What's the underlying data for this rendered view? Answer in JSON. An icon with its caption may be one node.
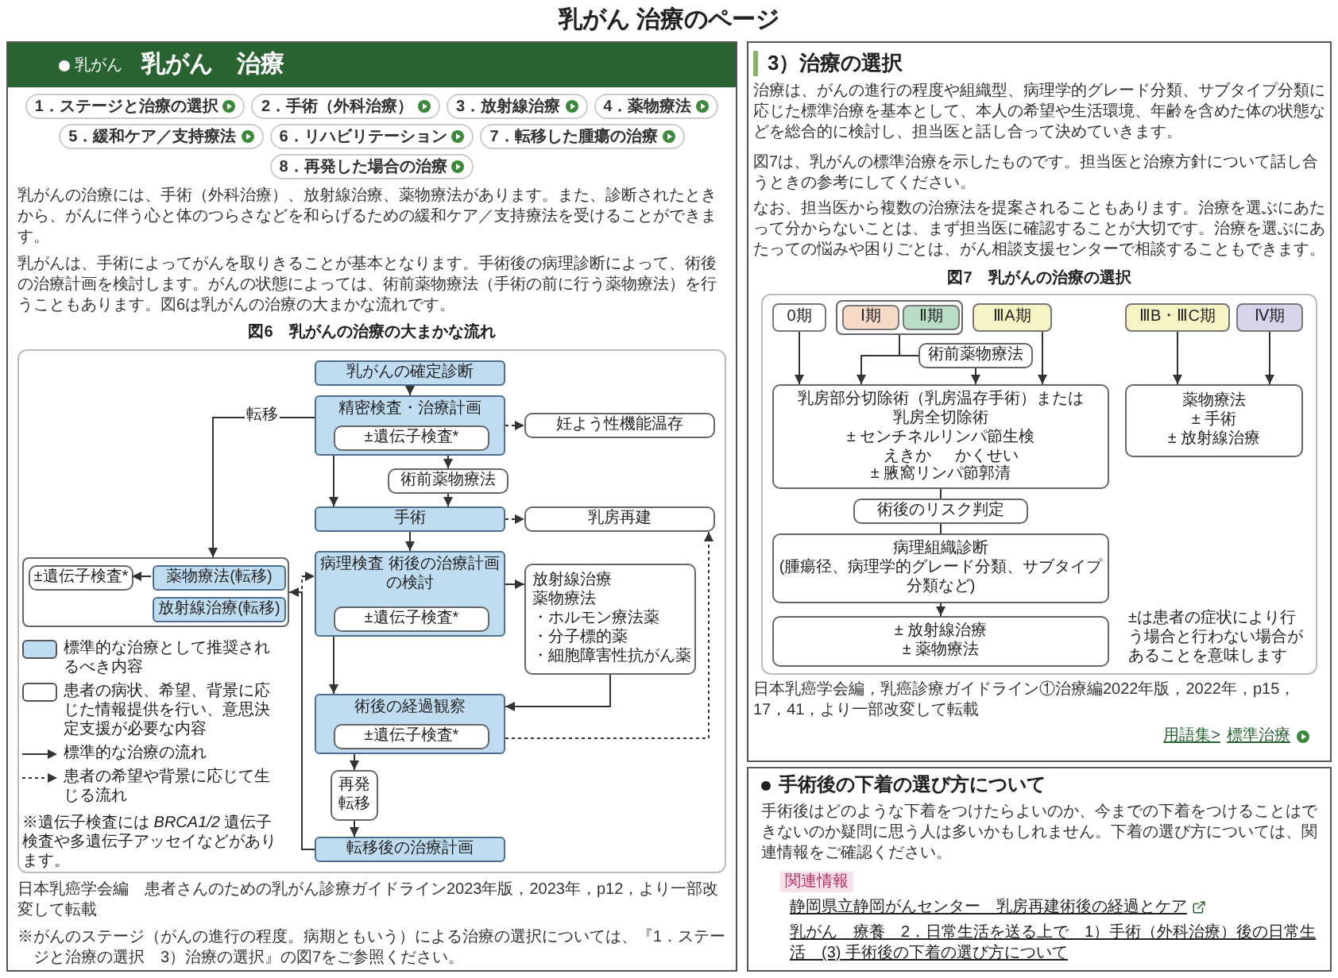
{
  "diagram": {
    "title": "乳がん 治療のページ",
    "nodes": [
      {
        "text": [
          "乳がんの確定診断"
        ]
      },
      {
        "text": [
          "精密検査・治療計画"
        ]
      },
      {
        "text": [
          "±遺伝子検査*"
        ],
        "in": 1
      },
      {
        "text": [
          "妊よう性機能温存"
        ]
      },
      {
        "text": [
          "術前薬物療法"
        ]
      },
      {
        "text": [
          "手術"
        ]
      },
      {
        "text": [
          "乳房再建"
        ]
      },
      {
        "text": [
          "病理検査 術後の治療計画の検討"
        ]
      },
      {
        "text": [
          "±遺伝子検査*"
        ],
        "in": 7
      },
      {
        "text": [],
        "shape": "box"
      },
      {
        "text": [
          "±遺伝子検査*"
        ],
        "in": 9
      },
      {
        "text": [
          "薬物療法(転移)"
        ],
        "in": 9
      },
      {
        "text": [
          "放射線治療(転移)"
        ],
        "in": 9
      },
      {
        "text": [
          "放射線治療",
          "薬物療法",
          "・ホルモン療法薬",
          "・分子標的薬",
          "・細胞障害性抗がん薬"
        ]
      },
      {
        "text": [
          "術後の経過観察"
        ]
      },
      {
        "text": [
          "±遺伝子検査*"
        ],
        "in": 14
      },
      {
        "text": [
          "再発転移"
        ]
      },
      {
        "text": [
          "転移後の治療計画"
        ]
      },
      {
        "text": [
          "0期"
        ]
      },
      {
        "text": [],
        "shape": "box"
      },
      {
        "text": [
          "Ⅰ期"
        ],
        "in": 19
      },
      {
        "text": [
          "Ⅱ期"
        ],
        "in": 19
      },
      {
        "text": [
          "ⅢA期"
        ]
      },
      {
        "text": [
          "ⅢB・ⅢC期"
        ]
      },
      {
        "text": [
          "Ⅳ期"
        ]
      },
      {
        "text": [
          "術前薬物療法"
        ]
      },
      {
        "text": [
          "乳房部分切除術（乳房温存手術）または乳房全切除術",
          "± センチネルリンパ節生検",
          "えきか",
          "かくせい",
          "± 腋窩リンパ節郭清"
        ]
      },
      {
        "text": [
          "薬物療法",
          "± 手術",
          "± 放射線治療"
        ]
      },
      {
        "text": [
          "術後のリスク判定"
        ]
      },
      {
        "text": [
          "病理組織診断",
          "(腫瘍径、病理学的グレード分類、サブタイプ分類など)"
        ]
      },
      {
        "text": [
          "± 放射線治療",
          "± 薬物療法"
        ]
      }
    ],
    "edges": [
      {
        "from": 0,
        "to": 1,
        "arrow": "to"
      },
      {
        "from": 1,
        "to": 3,
        "arrow": "to",
        "style": "dashed"
      },
      {
        "from": 1,
        "to": 4,
        "arrow": "to"
      },
      {
        "from": 1,
        "to": 5,
        "arrow": "to"
      },
      {
        "from": 1,
        "to": 9,
        "arrow": "to",
        "label": "転移"
      },
      {
        "from": 4,
        "to": 5,
        "arrow": "to"
      },
      {
        "from": 5,
        "to": 6,
        "arrow": "to",
        "style": "dashed"
      },
      {
        "from": 5,
        "to": 7,
        "arrow": "to"
      },
      {
        "from": 7,
        "to": 13,
        "arrow": "to"
      },
      {
        "from": 7,
        "to": 14,
        "arrow": "to"
      },
      {
        "from": 13,
        "to": 14,
        "arrow": "to"
      },
      {
        "from": 14,
        "to": 6,
        "arrow": "to",
        "style": "dashed"
      },
      {
        "from": 14,
        "to": 16,
        "arrow": "to"
      },
      {
        "from": 16,
        "to": 17,
        "arrow": "to"
      },
      {
        "from": 17,
        "to": 9,
        "arrow": "to"
      },
      {
        "from": 17,
        "to": 7,
        "arrow": "to",
        "style": "dashed"
      },
      {
        "from": 11,
        "to": 10,
        "arrow": "to"
      },
      {
        "from": 18,
        "to": 26,
        "arrow": "to"
      },
      {
        "from": 19,
        "to": 26,
        "arrow": "to"
      },
      {
        "from": 19,
        "to": 25,
        "arrow": "none"
      },
      {
        "from": 25,
        "to": 26,
        "arrow": "to"
      },
      {
        "from": 22,
        "to": 26,
        "arrow": "to"
      },
      {
        "from": 23,
        "to": 27,
        "arrow": "to"
      },
      {
        "from": 24,
        "to": 27,
        "arrow": "to"
      },
      {
        "from": 26,
        "to": 28,
        "arrow": "none"
      },
      {
        "from": 28,
        "to": 29,
        "arrow": "none"
      },
      {
        "from": 29,
        "to": 30,
        "arrow": "to"
      }
    ],
    "labels": [
      "乳がん",
      "乳がん　治療",
      "1．ステージと治療の選択",
      "2．手術（外科治療）",
      "3．放射線治療",
      "4．薬物療法",
      "5．緩和ケア／支持療法",
      "6．リハビリテーション",
      "7．転移した腫瘍の治療",
      "8．再発した場合の治療",
      "乳がんの治療には、手術（外科治療）、放射線治療、薬物療法があります。また、診断されたときから、がんに伴う心と体のつらさなどを和らげるための緩和ケア／支持療法を受けることができます。",
      "乳がんは、手術によってがんを取りきることが基本となります。手術後の病理診断によって、術後の治療計画を検討します。がんの状態によっては、術前薬物療法（手術の前に行う薬物療法）を行うこともあります。図6は乳がんの治療の大まかな流れです。",
      "図6　乳がんの治療の大まかな流れ",
      "※遺伝子検査には *BRCA1/2* 遺伝子検査や多遺伝子アッセイなどがあります。",
      "日本乳癌学会編　患者さんのための乳がん診療ガイドライン2023年版，2023年，p12，より一部改変して転載",
      "※がんのステージ（がんの進行の程度。病期ともいう）による治療の選択については、『1．ステージと治療の選択　3）治療の選択』の図7をご参照ください。",
      "3）治療の選択",
      "治療は、がんの進行の程度や組織型、病理学的グレード分類、サブタイプ分類に応じた標準治療を基本として、本人の希望や生活環境、年齢を含めた体の状態などを総合的に検討し、担当医と話し合って決めていきます。",
      "図7は、乳がんの標準治療を示したものです。担当医と治療方針について話し合うときの参考にしてください。",
      "なお、担当医から複数の治療法を提案されることもあります。治療を選ぶにあたって分からないことは、まず担当医に確認することが大切です。治療を選ぶにあたっての悩みや困りごとは、がん相談支援センターで相談することもできます。",
      "図7　乳がんの治療の選択",
      "±は患者の症状により行う場合と行わない場合があることを意味します",
      "日本乳癌学会編，乳癌診療ガイドライン①治療編2022年版，2022年，p15，17，41，より一部改変して転載",
      "用語集>",
      "標準治療",
      "手術後の下着の選び方について",
      "手術後はどのような下着をつけたらよいのか、今までの下着をつけることはできないのか疑問に思う人は多いかもしれません。下着の選び方については、関連情報をご確認ください。",
      "関連情報",
      "静岡県立静岡がんセンター　乳房再建術後の経過とケア",
      "乳がん　療養　2．日常生活を送る上で　1）手術（外科治療）後の日常生活　(3) 手術後の下着の選び方について"
    ],
    "legend": [
      {
        "text": "標準的な治療として推奨されるべき内容",
        "color": "#bfdcf1"
      },
      {
        "text": "患者の病状、希望、背景に応じた情報提供を行い、意思決定支援が必要な内容",
        "color": "#ffffff"
      },
      {
        "text": "標準的な治療の流れ"
      },
      {
        "text": "患者の希望や背景に応じて生じる流れ"
      }
    ]
  }
}
